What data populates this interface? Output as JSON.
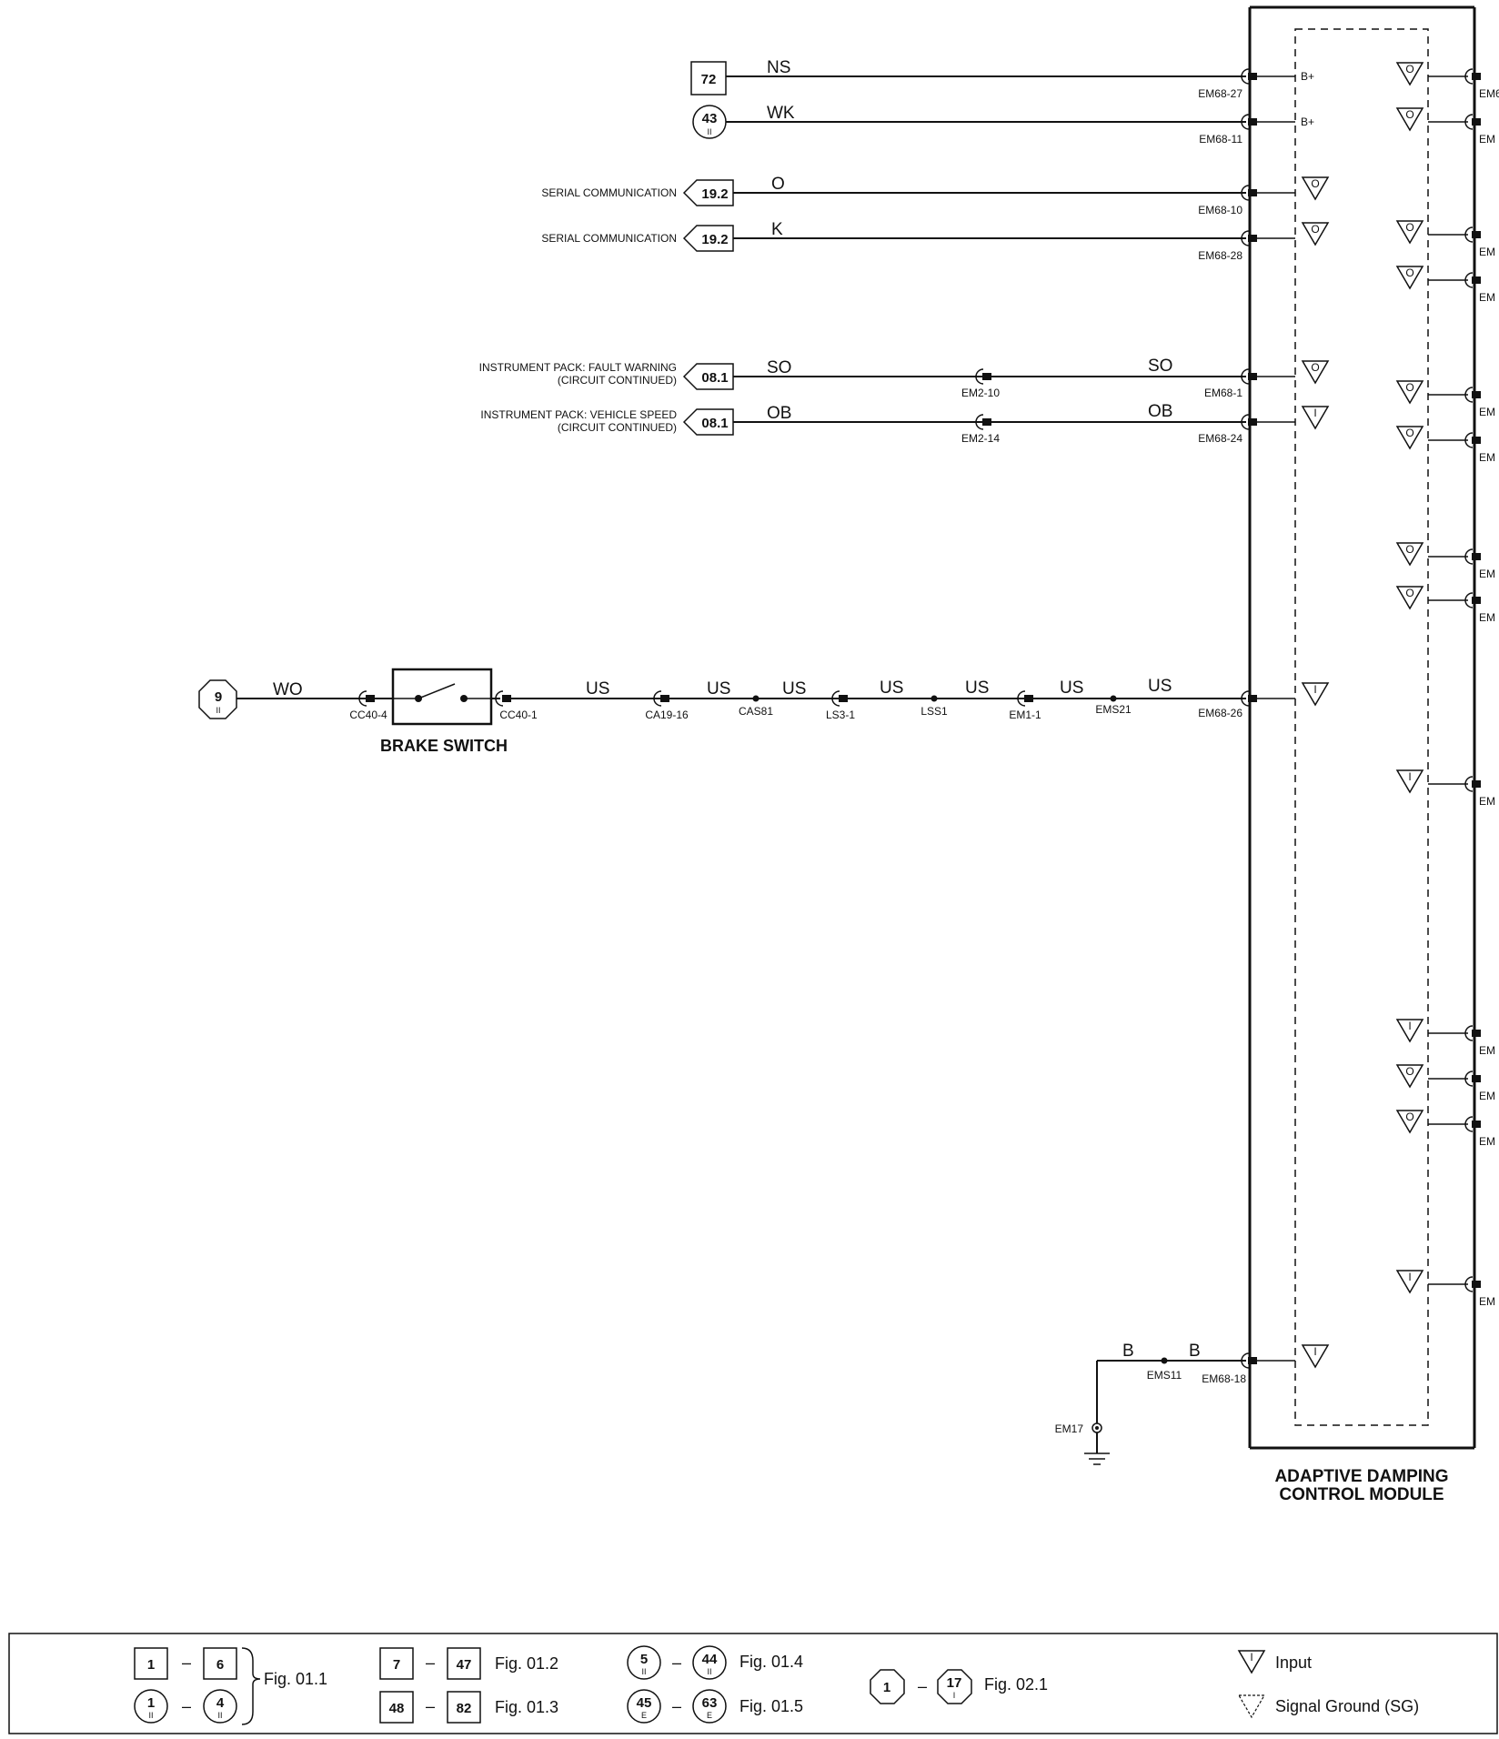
{
  "module": {
    "title_line1": "ADAPTIVE DAMPING",
    "title_line2": "CONTROL MODULE",
    "pin_labels": {
      "b_plus": "B+"
    },
    "right_connector_partial": "EM",
    "right_connector_partial_full": "EM6"
  },
  "wires": {
    "ns": {
      "color": "NS",
      "ref": "72",
      "connector": "EM68-27"
    },
    "wk": {
      "color": "WK",
      "ref": "43",
      "ref_sub": "II",
      "connector": "EM68-11"
    },
    "o": {
      "color": "O",
      "ref": "19.2",
      "dest": "SERIAL COMMUNICATION",
      "connector": "EM68-10"
    },
    "k": {
      "color": "K",
      "ref": "19.2",
      "dest": "SERIAL COMMUNICATION",
      "connector": "EM68-28"
    },
    "so": {
      "color": "SO",
      "ref": "08.1",
      "dest_line1": "INSTRUMENT PACK: FAULT WARNING",
      "dest_line2": "(CIRCUIT CONTINUED)",
      "inline_connector": "EM2-10",
      "connector": "EM68-1"
    },
    "ob": {
      "color": "OB",
      "ref": "08.1",
      "dest_line1": "INSTRUMENT PACK: VEHICLE SPEED",
      "dest_line2": "(CIRCUIT CONTINUED)",
      "inline_connector": "EM2-14",
      "connector": "EM68-24"
    },
    "brake": {
      "ref": "9",
      "ref_sub": "II",
      "input_color": "WO",
      "color": "US",
      "component": "BRAKE SWITCH",
      "connectors": [
        "CC40-4",
        "CC40-1",
        "CA19-16",
        "CAS81",
        "LS3-1",
        "LSS1",
        "EM1-1",
        "EMS21",
        "EM68-26"
      ]
    },
    "ground": {
      "color": "B",
      "splice": "EMS11",
      "connector": "EM68-18",
      "ground_point": "EM17"
    }
  },
  "symbols": {
    "output": "O",
    "input": "I"
  },
  "legend": {
    "fig_011": {
      "a": "1",
      "b": "6",
      "c": "1",
      "c_sub": "II",
      "d": "4",
      "d_sub": "II",
      "label": "Fig. 01.1"
    },
    "fig_012": {
      "a": "7",
      "b": "47",
      "label": "Fig. 01.2"
    },
    "fig_013": {
      "a": "48",
      "b": "82",
      "label": "Fig. 01.3"
    },
    "fig_014": {
      "a": "5",
      "a_sub": "II",
      "b": "44",
      "b_sub": "II",
      "label": "Fig. 01.4"
    },
    "fig_015": {
      "a": "45",
      "a_sub": "E",
      "b": "63",
      "b_sub": "E",
      "label": "Fig. 01.5"
    },
    "fig_021": {
      "a": "1",
      "b": "17",
      "b_sub": "I",
      "label": "Fig. 02.1"
    },
    "dash": "–",
    "input_label": "Input",
    "sg_label": "Signal Ground (SG)"
  }
}
